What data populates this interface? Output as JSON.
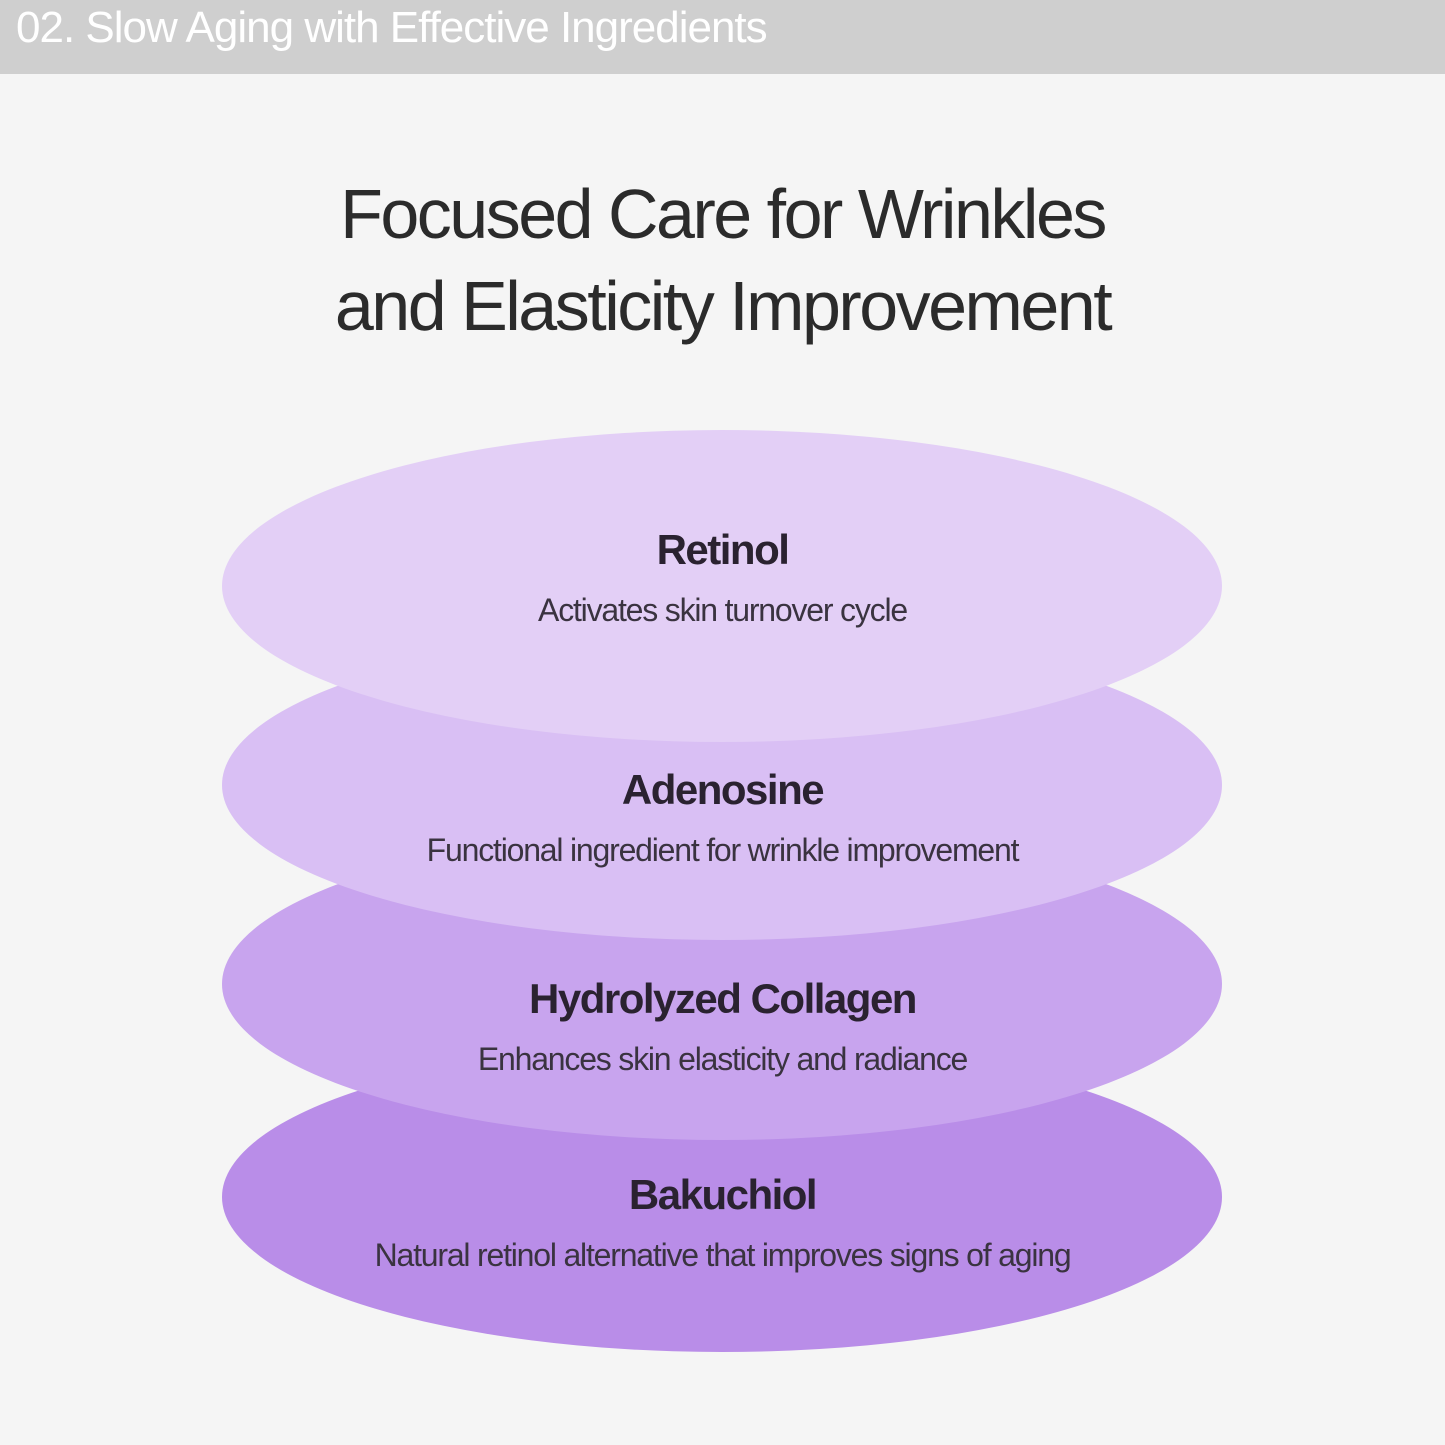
{
  "banner": {
    "text": "02. Slow Aging with Effective Ingredients"
  },
  "title": {
    "line1": "Focused Care for Wrinkles",
    "line2": "and Elasticity Improvement"
  },
  "colors": {
    "background": "#f5f5f5",
    "banner": "#cfcfcf",
    "layer1": "#e3cff6",
    "layer2": "#d9bff4",
    "layer3": "#c8a4ee",
    "layer4": "#b98de8"
  },
  "ingredients": [
    {
      "name": "Retinol",
      "description": "Activates skin turnover cycle"
    },
    {
      "name": "Adenosine",
      "description": "Functional ingredient for wrinkle improvement"
    },
    {
      "name": "Hydrolyzed Collagen",
      "description": "Enhances skin elasticity and radiance"
    },
    {
      "name": "Bakuchiol",
      "description": "Natural retinol alternative that improves signs of aging"
    }
  ]
}
